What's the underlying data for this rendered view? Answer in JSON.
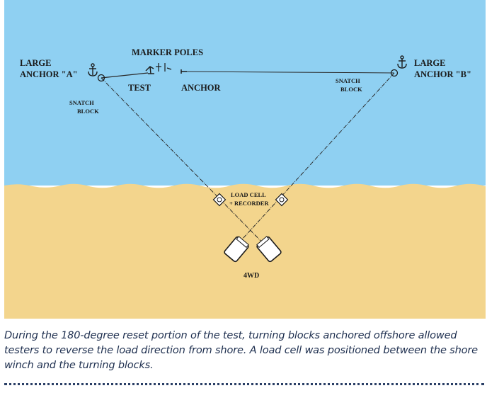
{
  "diagram": {
    "labels": {
      "anchor_a_line1": "LARGE",
      "anchor_a_line2": "ANCHOR \"A\"",
      "anchor_b_line1": "LARGE",
      "anchor_b_line2": "ANCHOR \"B\"",
      "marker_poles": "MARKER POLES",
      "test": "TEST",
      "anchor": "ANCHOR",
      "snatch_a_line1": "SNATCH",
      "snatch_a_line2": "BLOCK",
      "snatch_b_line1": "SNATCH",
      "snatch_b_line2": "BLOCK",
      "load_cell_line1": "LOAD CELL",
      "load_cell_line2": "+ RECORDER",
      "vehicle": "4WD"
    },
    "colors": {
      "water": "#8fd0f2",
      "sand": "#f3d58d",
      "line": "#2a2a2a",
      "vehicle_fill": "#ffffff"
    }
  },
  "caption": {
    "text": "During the 180-degree reset portion of the test, turning blocks anchored offshore allowed testers to reverse the load direction from shore. A load cell was positioned between the shore winch and the turning blocks."
  }
}
